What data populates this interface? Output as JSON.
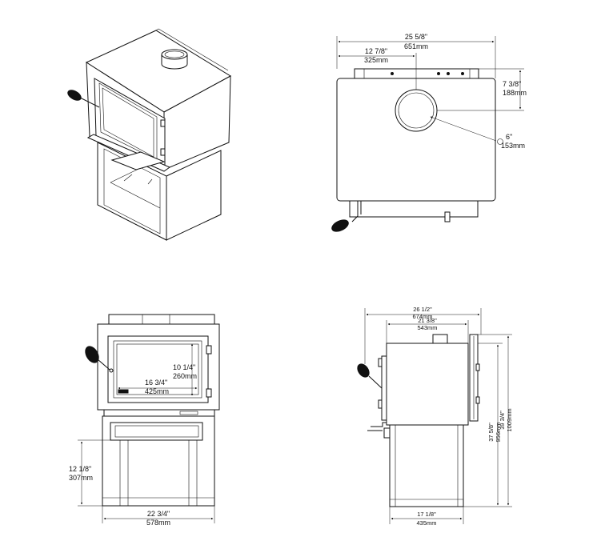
{
  "views": {
    "iso": {
      "name": "isometric-view"
    },
    "top": {
      "width_in": "25  5/8\"",
      "width_mm": "651mm",
      "flue_offset_in": "12  7/8\"",
      "flue_offset_mm": "325mm",
      "flue_depth_in": "7  3/8\"",
      "flue_depth_mm": "188mm",
      "flue_dia_in": "6\"",
      "flue_dia_mm": "153mm"
    },
    "front": {
      "glass_height_in": "10  1/4\"",
      "glass_height_mm": "260mm",
      "glass_width_in": "16  3/4\"",
      "glass_width_mm": "425mm",
      "ash_height_in": "12  1/8\"",
      "ash_height_mm": "307mm",
      "base_width_in": "22  3/4\"",
      "base_width_mm": "578mm"
    },
    "side": {
      "overall_depth_in": "26  1/2\"",
      "overall_depth_mm": "674mm",
      "body_depth_in": "21  3/8\"",
      "body_depth_mm": "543mm",
      "total_height_in": "39  3/4\"",
      "total_height_mm": "1009mm",
      "body_height_in": "37  5/8\"",
      "body_height_mm": "956mm",
      "base_depth_in": "17  1/8\"",
      "base_depth_mm": "435mm"
    }
  }
}
